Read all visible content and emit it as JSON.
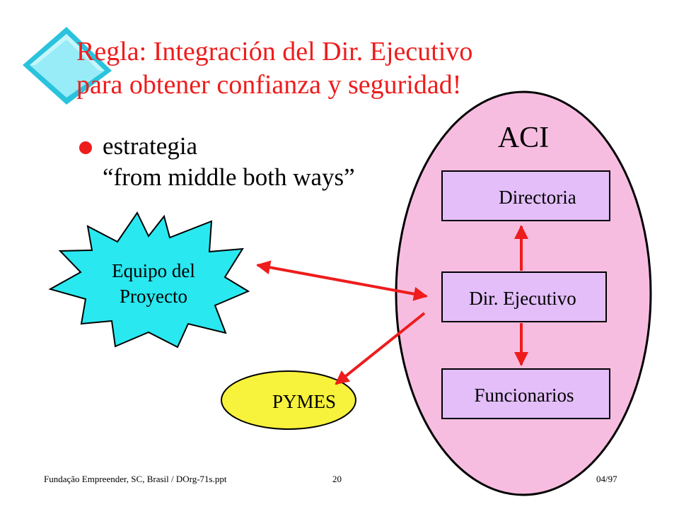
{
  "slide": {
    "title": {
      "line1": "Regla: Integración del Dir. Ejecutivo",
      "line2": "para obtener confianza y seguridad!"
    },
    "bullet": {
      "line1": "estrategia",
      "line2": "“from middle both ways”"
    }
  },
  "diagram": {
    "org_label": "ACI",
    "boxes": {
      "top": "Directoria",
      "middle": "Dir. Ejecutivo",
      "bottom": "Funcionarios"
    },
    "team": {
      "line1": "Equipo del",
      "line2": "Proyecto"
    },
    "external": "PYMES"
  },
  "footer": {
    "left": "Fundação Empreender, SC, Brasil / DOrg-71s.ppt",
    "page": "20",
    "date": "04/97"
  },
  "colors": {
    "title": "#ee1c1c",
    "arrow": "#ee1c1c",
    "org_fill": "#f7bde0",
    "box_fill": "#e3bef9",
    "team_fill": "#29e8f0",
    "external_fill": "#f7f23b",
    "logo_light": "#98ecf7",
    "logo_dark": "#29c3dd"
  }
}
